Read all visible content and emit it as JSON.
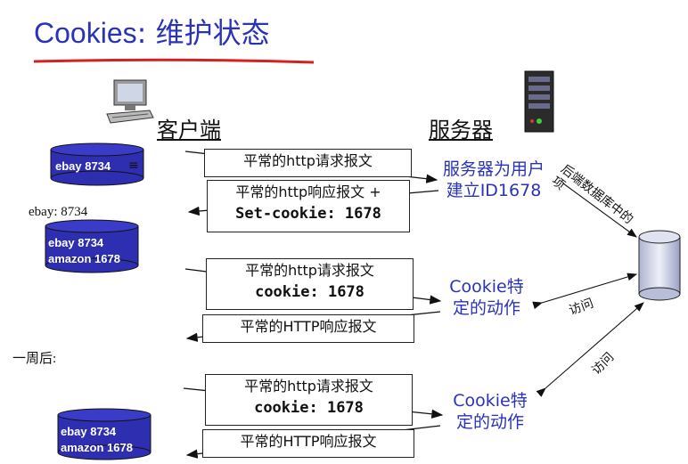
{
  "title": {
    "prefix": "Cookies",
    "suffix": ": 维护状态"
  },
  "labels": {
    "client": "客户端",
    "server": "服务器"
  },
  "cylinders": {
    "first": [
      "ebay 8734"
    ],
    "first_tail": "≡",
    "second": [
      "ebay 8734",
      "amazon 1678"
    ],
    "third": [
      "ebay 8734",
      "amazon 1678"
    ]
  },
  "side_notes": {
    "ebay": "ebay: 8734",
    "week_later": "一周后:",
    "backend_db": "后端数据库中的项",
    "access1": "访问",
    "access2": "访问"
  },
  "messages": {
    "m1": "平常的http请求报文",
    "m2_line1": "平常的http响应报文 +",
    "m2_line2": "Set-cookie: 1678",
    "m3_line1": "平常的http请求报文",
    "m3_line2": "cookie: 1678",
    "m4": "平常的HTTP响应报文",
    "m5_line1": "平常的http请求报文",
    "m5_line2": "cookie: 1678",
    "m6": "平常的HTTP响应报文"
  },
  "server_notes": {
    "create_id_line1": "服务器为用户",
    "create_id_line2": "建立ID1678",
    "action1_line1": "Cookie特",
    "action1_line2": "定的动作",
    "action2_line1": "Cookie特",
    "action2_line2": "定的动作"
  },
  "colors": {
    "title_blue": "#2a33b8",
    "cylinder_blue": "#2e2fb0",
    "underline_red": "#d42020",
    "db_gray": "#c8cce0"
  }
}
